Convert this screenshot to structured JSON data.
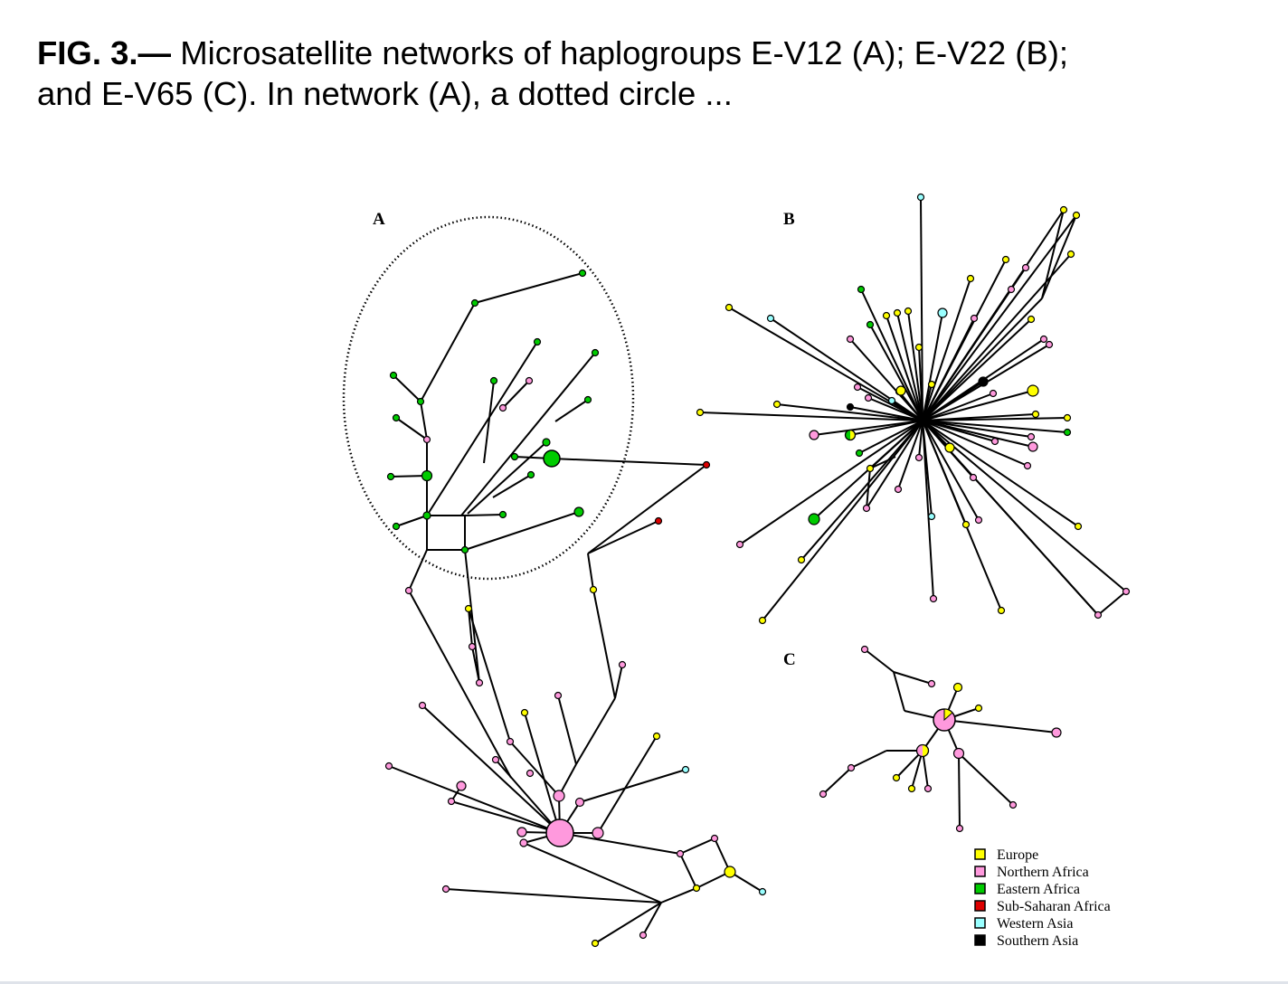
{
  "caption": {
    "prefix": "FIG. 3.—",
    "text": " Microsatellite networks of haplogroups E-V12 (A); E-V22 (B); and E-V65 (C). In network (A), a dotted circle ..."
  },
  "panels": {
    "a_label": "A",
    "b_label": "B",
    "c_label": "C"
  },
  "legend": {
    "items": [
      {
        "label": "Europe",
        "color": "#ffff00"
      },
      {
        "label": "Northern Africa",
        "color": "#ff99dd"
      },
      {
        "label": "Eastern Africa",
        "color": "#00cc00"
      },
      {
        "label": "Sub-Saharan Africa",
        "color": "#dd0000"
      },
      {
        "label": "Western Asia",
        "color": "#99ffff"
      },
      {
        "label": "Southern Asia",
        "color": "#000000"
      }
    ]
  },
  "colors": {
    "europe": "#ffff00",
    "northern_africa": "#ff99dd",
    "eastern_africa": "#00cc00",
    "sub_saharan_africa": "#dd0000",
    "western_asia": "#99ffff",
    "southern_asia": "#000000"
  }
}
